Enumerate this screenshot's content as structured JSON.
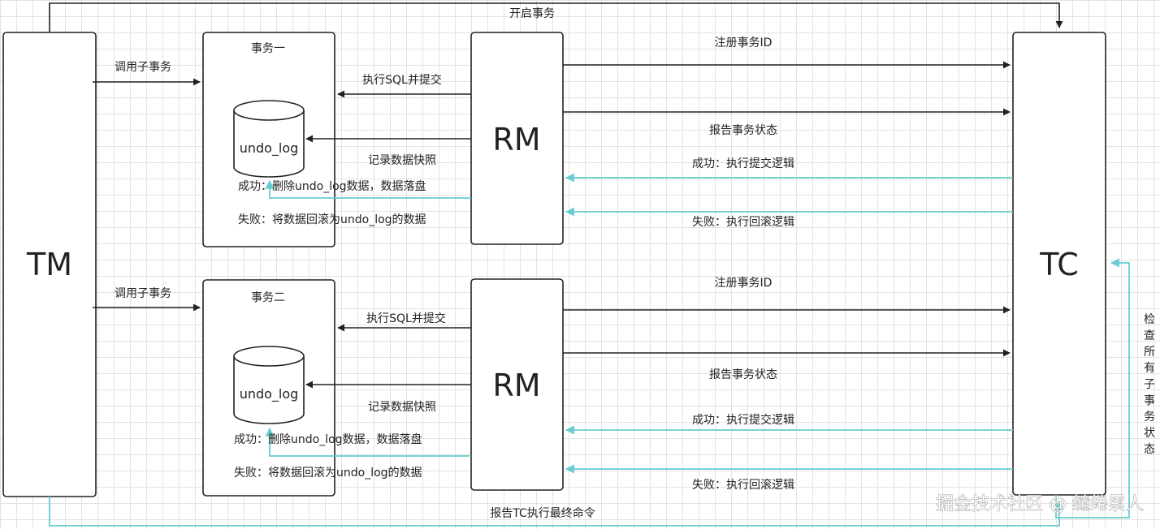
{
  "tm": {
    "label": "TM"
  },
  "tc": {
    "label": "TC"
  },
  "top_arrow": {
    "label": "开启事务"
  },
  "bottom_arrow": {
    "label": "报告TC执行最终命令"
  },
  "right_arrow": {
    "label": "检查所有子事务状态"
  },
  "watermark": {
    "text": "掘金技术社区 @ 缱绻累人"
  },
  "transactions": [
    {
      "title": "事务一",
      "call_label": "调用子事务",
      "db_label": "undo_log",
      "rm_label": "RM",
      "exec_sql": "执行SQL并提交",
      "snapshot": "记录数据快照",
      "success_local": "成功：删除undo_log数据，数据落盘",
      "fail_local": "失败：将数据回滚为undo_log的数据",
      "register": "注册事务ID",
      "report_status": "报告事务状态",
      "success_tc": "成功：执行提交逻辑",
      "fail_tc": "失败：执行回滚逻辑"
    },
    {
      "title": "事务二",
      "call_label": "调用子事务",
      "db_label": "undo_log",
      "rm_label": "RM",
      "exec_sql": "执行SQL并提交",
      "snapshot": "记录数据快照",
      "success_local": "成功：删除undo_log数据，数据落盘",
      "fail_local": "失败：将数据回滚为undo_log的数据",
      "register": "注册事务ID",
      "report_status": "报告事务状态",
      "success_tc": "成功：执行提交逻辑",
      "fail_tc": "失败：执行回滚逻辑"
    }
  ],
  "colors": {
    "arrow": "#222222",
    "callback": "#66cdd1"
  }
}
